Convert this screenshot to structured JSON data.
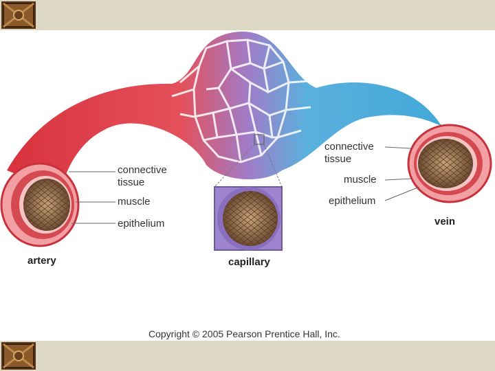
{
  "labels": {
    "artery": {
      "title": "artery",
      "connective_line1": "connective",
      "connective_line2": "tissue",
      "muscle": "muscle",
      "epithelium": "epithelium"
    },
    "capillary": {
      "title": "capillary"
    },
    "vein": {
      "title": "vein",
      "connective_line1": "connective",
      "connective_line2": "tissue",
      "muscle": "muscle",
      "epithelium": "epithelium"
    }
  },
  "copyright": "Copyright © 2005 Pearson Prentice Hall, Inc.",
  "colors": {
    "artery": "#e0404a",
    "capillary": "#9a7fc8",
    "vein": "#4ab4de",
    "band": "#ddd8c4",
    "lumen": "#8a6a48"
  },
  "icons": [
    "wood-tile-icon"
  ]
}
